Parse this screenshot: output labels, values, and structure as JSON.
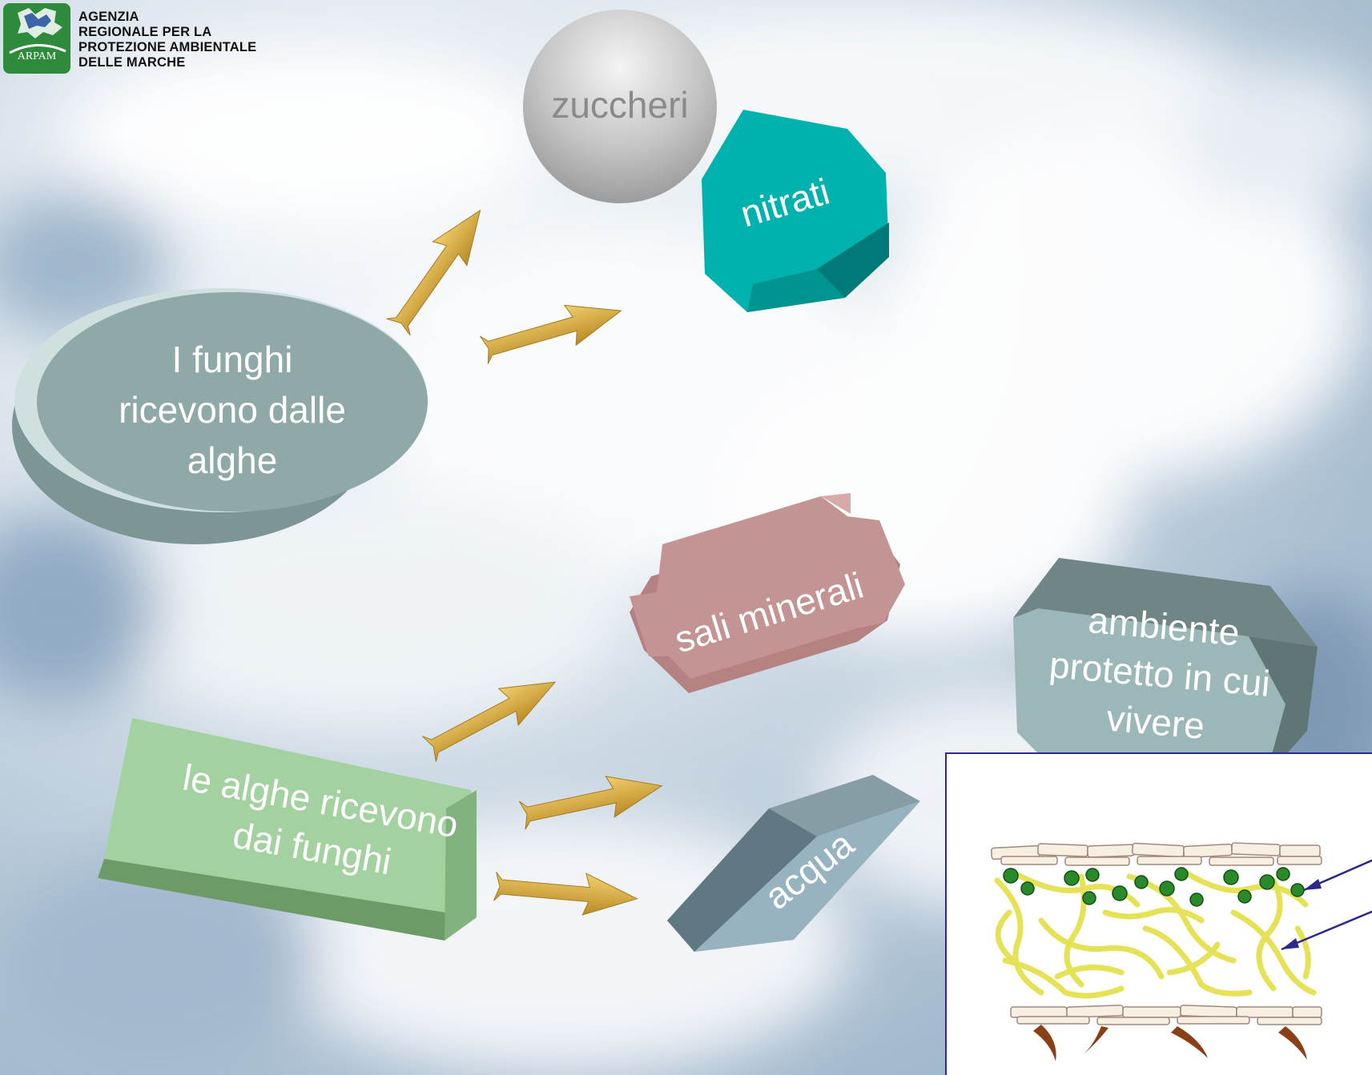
{
  "agency": {
    "lines": [
      "AGENZIA",
      "REGIONALE PER LA",
      "PROTEZIONE AMBIENTALE",
      "DELLE MARCHE"
    ],
    "logo_text": "ARPAM"
  },
  "shapes": {
    "fungi": {
      "lines": [
        "I funghi",
        "ricevono dalle",
        "alghe"
      ],
      "color": "#8ea9a7"
    },
    "algae": {
      "lines": [
        "le alghe ricevono",
        "dai funghi"
      ],
      "color": "#a4d1a0"
    },
    "zuccheri": {
      "label": "zuccheri",
      "color": "#bdbdbd"
    },
    "nitrati": {
      "label": "nitrati",
      "color": "#00b2ad"
    },
    "sali": {
      "label": "sali minerali",
      "color": "#c49393"
    },
    "acqua": {
      "label": "acqua",
      "color": "#97b3c0"
    },
    "ambiente": {
      "lines": [
        "ambiente",
        "protetto in cui",
        "vivere"
      ],
      "color": "#9cb7b8"
    }
  },
  "colors": {
    "arrow": "#d4a93c",
    "frame": "#2a2a8a"
  }
}
